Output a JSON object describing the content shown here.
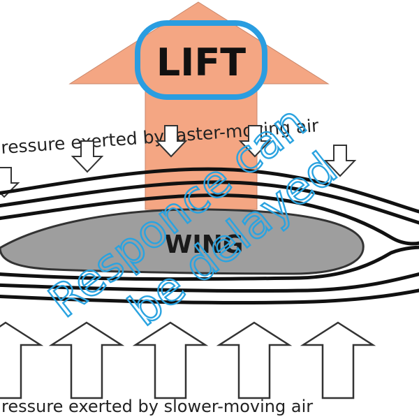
{
  "diagram": {
    "lift_label": "LIFT",
    "wing_label": "WING",
    "top_pressure_label": "ressure exerted by  faster-moving air",
    "bottom_pressure_label": "ressure exerted by slower-moving air",
    "watermark_line1": "Responce can",
    "watermark_line2": "be delayed"
  },
  "colors": {
    "lift_arrow": "#f4a683",
    "lift_label_outline": "#2a9de0",
    "wing_fill": "#9e9e9e",
    "watermark": "#2aa3e0"
  }
}
